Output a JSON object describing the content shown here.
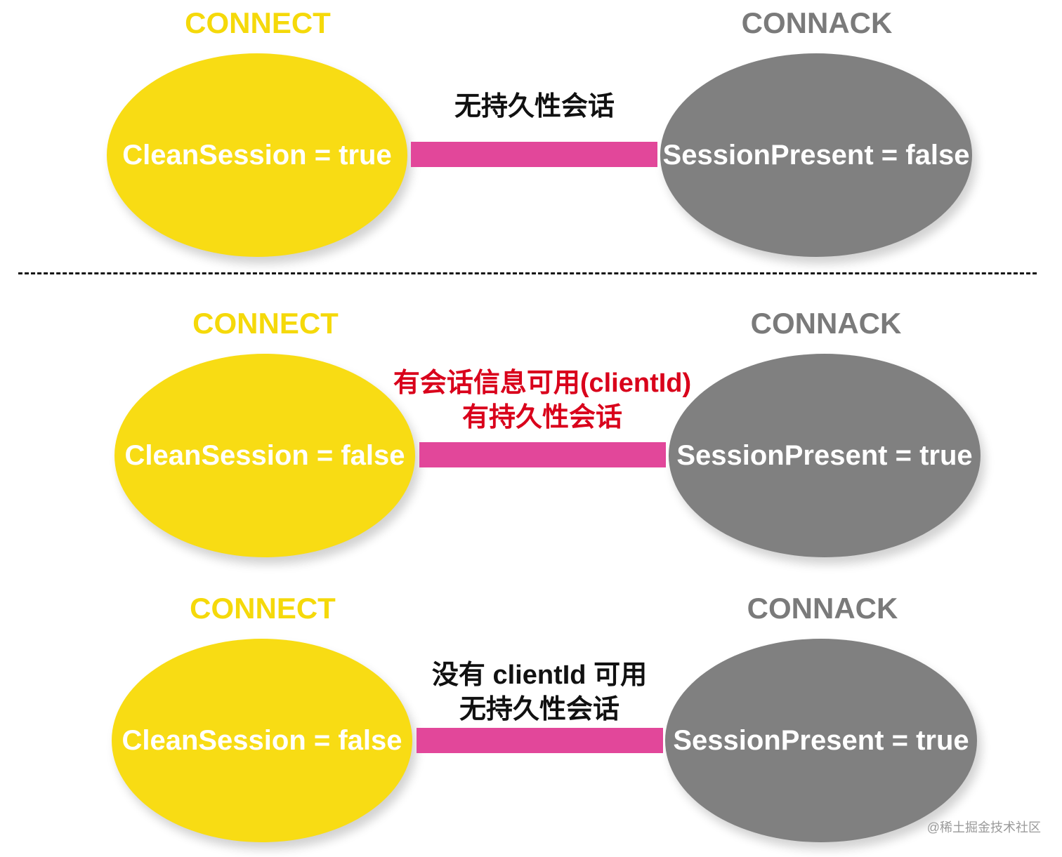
{
  "colors": {
    "connect_yellow": "#f8dc14",
    "connack_gray": "#808080",
    "connector_pink": "#e2479a",
    "caption_black": "#111111",
    "caption_red": "#d9001b"
  },
  "scenarios": [
    {
      "connect_title": "CONNECT",
      "connack_title": "CONNACK",
      "connect_value": "CleanSession = true",
      "connack_value": "SessionPresent = false",
      "caption_lines": [
        "无持久性会话"
      ]
    },
    {
      "connect_title": "CONNECT",
      "connack_title": "CONNACK",
      "connect_value": "CleanSession = false",
      "connack_value": "SessionPresent = true",
      "caption_lines": [
        "有会话信息可用(clientId)",
        "有持久性会话"
      ]
    },
    {
      "connect_title": "CONNECT",
      "connack_title": "CONNACK",
      "connect_value": "CleanSession = false",
      "connack_value": "SessionPresent = true",
      "caption_lines": [
        "没有 clientId 可用",
        "无持久性会话"
      ]
    }
  ],
  "watermark": "@稀土掘金技术社区"
}
